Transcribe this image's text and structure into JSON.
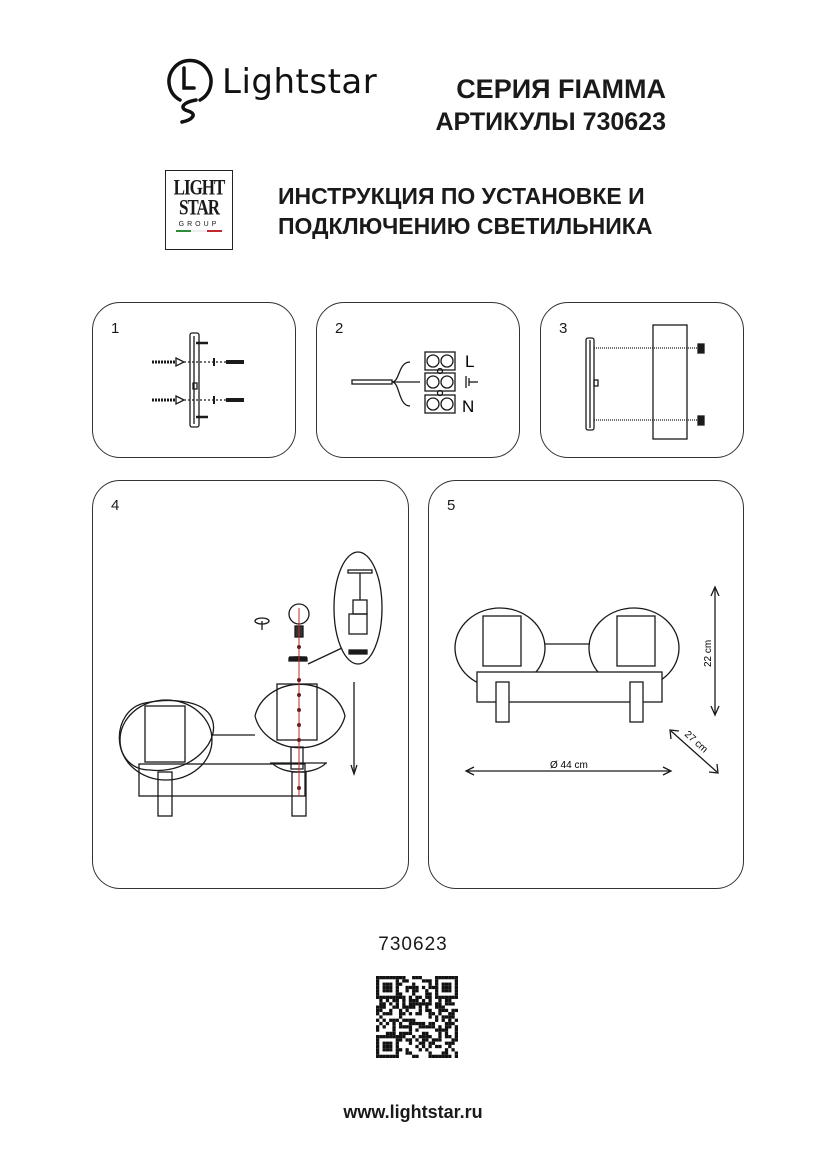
{
  "header": {
    "brand_name": "Lightstar",
    "series": "СЕРИЯ FIAMMA",
    "articles": "АРТИКУЛЫ 730623",
    "group_logo": {
      "line1": "LIGHT",
      "line2": "STAR",
      "line3": "GROUP"
    },
    "instruction_line1": "ИНСТРУКЦИЯ ПО УСТАНОВКЕ И",
    "instruction_line2": "ПОДКЛЮЧЕНИЮ СВЕТИЛЬНИКА"
  },
  "steps": [
    {
      "number": "1"
    },
    {
      "number": "2",
      "labels": {
        "live": "L",
        "neutral": "N"
      }
    },
    {
      "number": "3"
    },
    {
      "number": "4"
    },
    {
      "number": "5",
      "dimensions": {
        "width": "Ø 44 cm",
        "height": "22 cm",
        "depth": "27 cm"
      }
    }
  ],
  "footer": {
    "article_code": "730623",
    "website": "www.lightstar.ru"
  },
  "colors": {
    "ink": "#1a1a1a",
    "axis_red": "#c0282d",
    "flag_green": "#2e8b3a",
    "flag_red": "#c0282d"
  }
}
